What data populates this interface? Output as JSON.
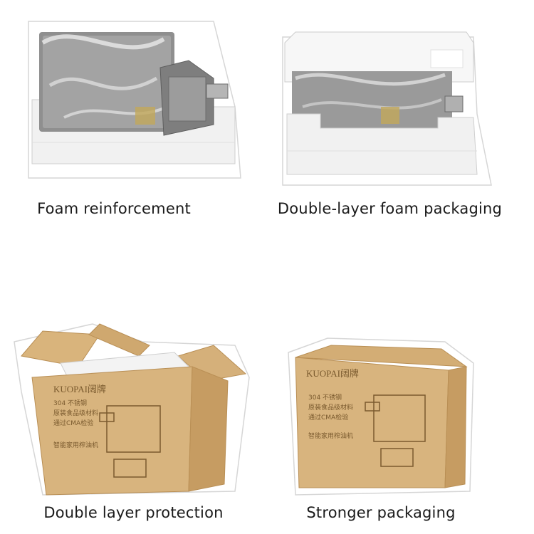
{
  "captions": {
    "top_left": "Foam reinforcement",
    "top_right": "Double-layer foam packaging",
    "bottom_left": "Double layer protection",
    "bottom_right": "Stronger packaging"
  },
  "box_print": {
    "brand": "KUOPAI",
    "brand_cn": "阔牌",
    "line_1": "304 不锈钢",
    "line_2": "原装食品级材料",
    "line_3": "通过CMA检验",
    "footer": "智能家用榨油机"
  },
  "colors": {
    "cardboard": "#d8b47e",
    "cardboard_dark": "#b98f55",
    "foam": "#f4f4f4",
    "steel": "#8d8d8d",
    "ink": "#7a5a2e"
  }
}
